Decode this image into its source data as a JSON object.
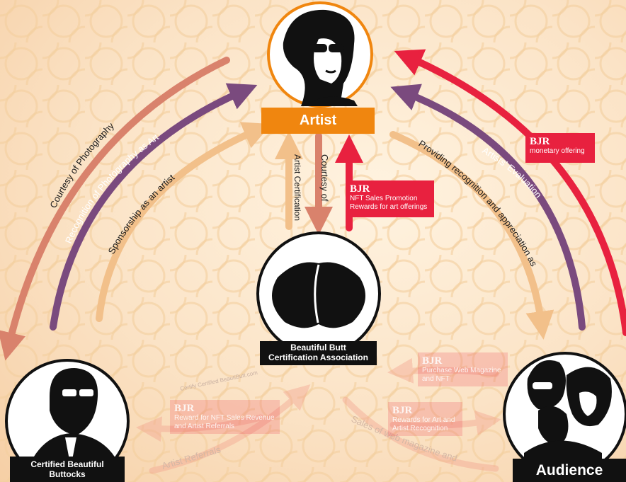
{
  "nodes": {
    "artist": "Artist",
    "association": "Beautiful Butt\nCertification Association",
    "certified": "Certified Beautiful\nButtocks",
    "audience": "Audience"
  },
  "flows": {
    "courtesy_photography": "Courtesy of Photography",
    "recognition_photography": "Recognition of Photography as Art",
    "sponsorship": "Sponsorship as an artist",
    "artist_certification": "Artist Certification",
    "courtesy_of": "Courtesy of",
    "providing_recognition": "Providing recognition and appreciation as",
    "artists_evaluation": "Artists' Evaluation",
    "artist_referrals": "Artist Referrals",
    "sales_web_magazine": "Sales of web magazine and",
    "certify_watermark": "Certify Certified BeautiButt.com"
  },
  "boxes": {
    "nft": {
      "brand": "BJR",
      "text": "NFT Sales Promotion\nRewards for art offerings"
    },
    "monetary": {
      "brand": "BJR",
      "text": "monetary offering"
    },
    "purchase": {
      "brand": "BJR",
      "text": "Purchase Web Magazine\nand NFT"
    },
    "reward_nft": {
      "brand": "BJR",
      "text": "Reward for NFT Sales Revenue\nand Artist Referrals"
    },
    "rewards_art": {
      "brand": "BJR",
      "text": "Rewards for Art and\nArtist Recognition"
    }
  },
  "colors": {
    "orange": "#f0860f",
    "coral": "#d9826c",
    "purple": "#7a4a7e",
    "peach": "#f2c08a",
    "crimson": "#e8213f",
    "black": "#000000"
  }
}
